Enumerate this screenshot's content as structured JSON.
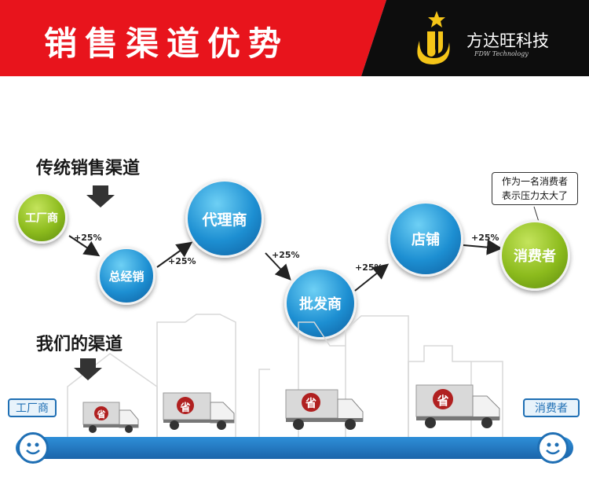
{
  "header": {
    "title": "销售渠道优势",
    "logo_name": "方达旺科技",
    "logo_sub": "FDW Technology"
  },
  "traditional": {
    "title": "传统销售渠道",
    "nodes": [
      "工厂商",
      "总经销",
      "代理商",
      "批发商",
      "店铺",
      "消费者"
    ],
    "markups": [
      "+25%",
      "+25%",
      "+25%",
      "+25%",
      "+25%"
    ],
    "speech": [
      "作为一名消费者",
      "表示压力太大了"
    ]
  },
  "ours": {
    "title": "我们的渠道",
    "start_label": "工厂商",
    "end_label": "消费者",
    "truck_mark": "省"
  },
  "colors": {
    "red": "#e8141c",
    "green": "#8cbb1d",
    "blue": "#1d8fd2",
    "road": "#1f6fb4"
  }
}
